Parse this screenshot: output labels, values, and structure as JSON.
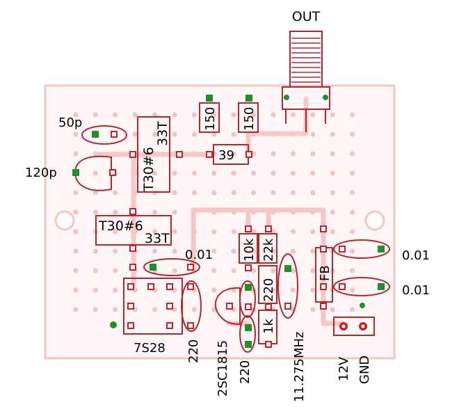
{
  "colors": {
    "board_fill": "#fff7f7",
    "board_outline": "#f3c6c6",
    "trace": "#f7c7c7",
    "pad_hole": "#f3c2c2",
    "outline_red": "#b3262e",
    "pad_green": "#1f8f2a",
    "pin_red": "#c8202a"
  },
  "labels": {
    "out": "OUT",
    "cap_50p": "50p",
    "cap_120p": "120p",
    "coil1": "T30#6",
    "coil1_turns": "33T",
    "coil2": "T30#6",
    "coil2_turns": "33T",
    "r150a": "150",
    "r150b": "150",
    "r39": "39",
    "cap_001_top": "0.01",
    "cap_001_r1": "0.01",
    "cap_001_r2": "0.01",
    "r10k": "10k",
    "r22k": "22k",
    "r220_mid": "220",
    "r1k": "1k",
    "fb": "FB",
    "ic": "7S28",
    "r220_bottom": "220",
    "transistor": "2SC1815",
    "r220_b2": "220",
    "crystal": "11.275MHz",
    "v12": "12V",
    "gnd": "GND"
  }
}
